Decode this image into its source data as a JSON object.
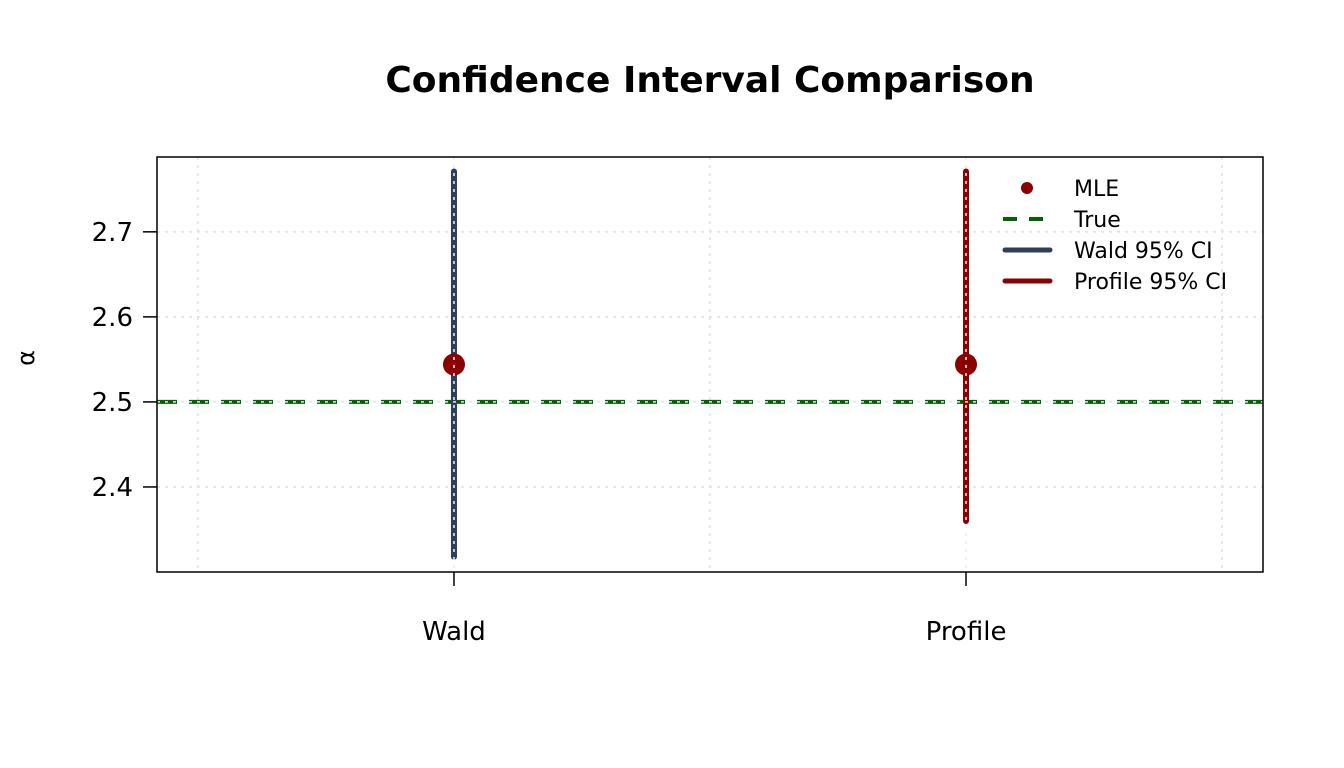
{
  "chart_data": {
    "type": "scatter",
    "title": "Confidence Interval Comparison",
    "xlabel": "",
    "ylabel": "α",
    "categories": [
      "Wald",
      "Profile"
    ],
    "xlim": [
      0.42,
      2.58
    ],
    "ylim": [
      2.3,
      2.788
    ],
    "yticks": [
      2.4,
      2.5,
      2.6,
      2.7
    ],
    "ytick_labels": [
      "2.4",
      "2.5",
      "2.6",
      "2.7"
    ],
    "grid": true,
    "true_value": 2.5,
    "intervals": [
      {
        "name": "Wald",
        "mle": 2.544,
        "lower": 2.318,
        "upper": 2.771,
        "color": "#2e3f5c"
      },
      {
        "name": "Profile",
        "mle": 2.544,
        "lower": 2.36,
        "upper": 2.771,
        "color": "#8b0000"
      }
    ],
    "colors": {
      "mle": "#8b0000",
      "true": "#006400",
      "wald": "#2e3f5c",
      "profile": "#8b0000",
      "grid": "#e0e0e0"
    },
    "legend": {
      "position": "top-right",
      "entries": [
        {
          "label": "MLE",
          "kind": "point",
          "color": "#8b0000"
        },
        {
          "label": "True",
          "kind": "dashed",
          "color": "#006400"
        },
        {
          "label": "Wald 95% CI",
          "kind": "line",
          "color": "#2e3f5c"
        },
        {
          "label": "Profile 95% CI",
          "kind": "line",
          "color": "#8b0000"
        }
      ]
    }
  }
}
